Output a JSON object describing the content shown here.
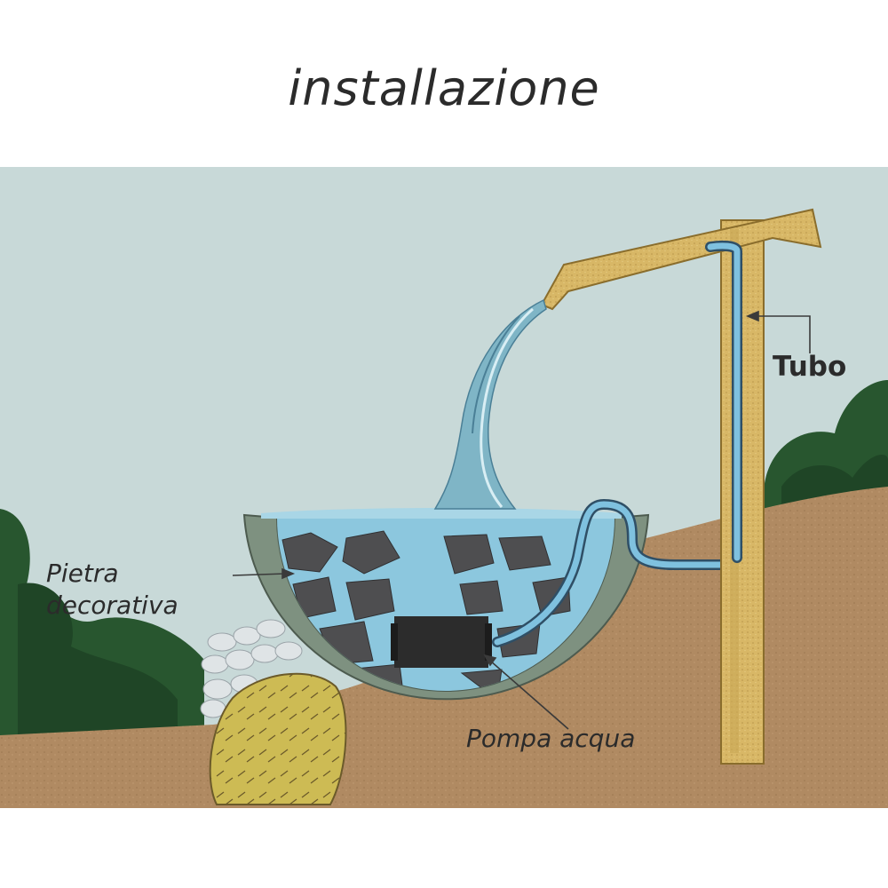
{
  "title": "installazione",
  "labels": {
    "stone": "Pietra\ndecorativa",
    "pump": "Pompa acqua",
    "pipe": "Tubo"
  },
  "colors": {
    "sky": "#c8d9d8",
    "soil": "#b08a62",
    "bowl": "#7e9180",
    "water": "#8cc7de",
    "wood": "#d8b766",
    "bush": "#28562f",
    "stones": "#4e4e50",
    "pump": "#2c2c2c",
    "pipe": "#7fc1df"
  }
}
